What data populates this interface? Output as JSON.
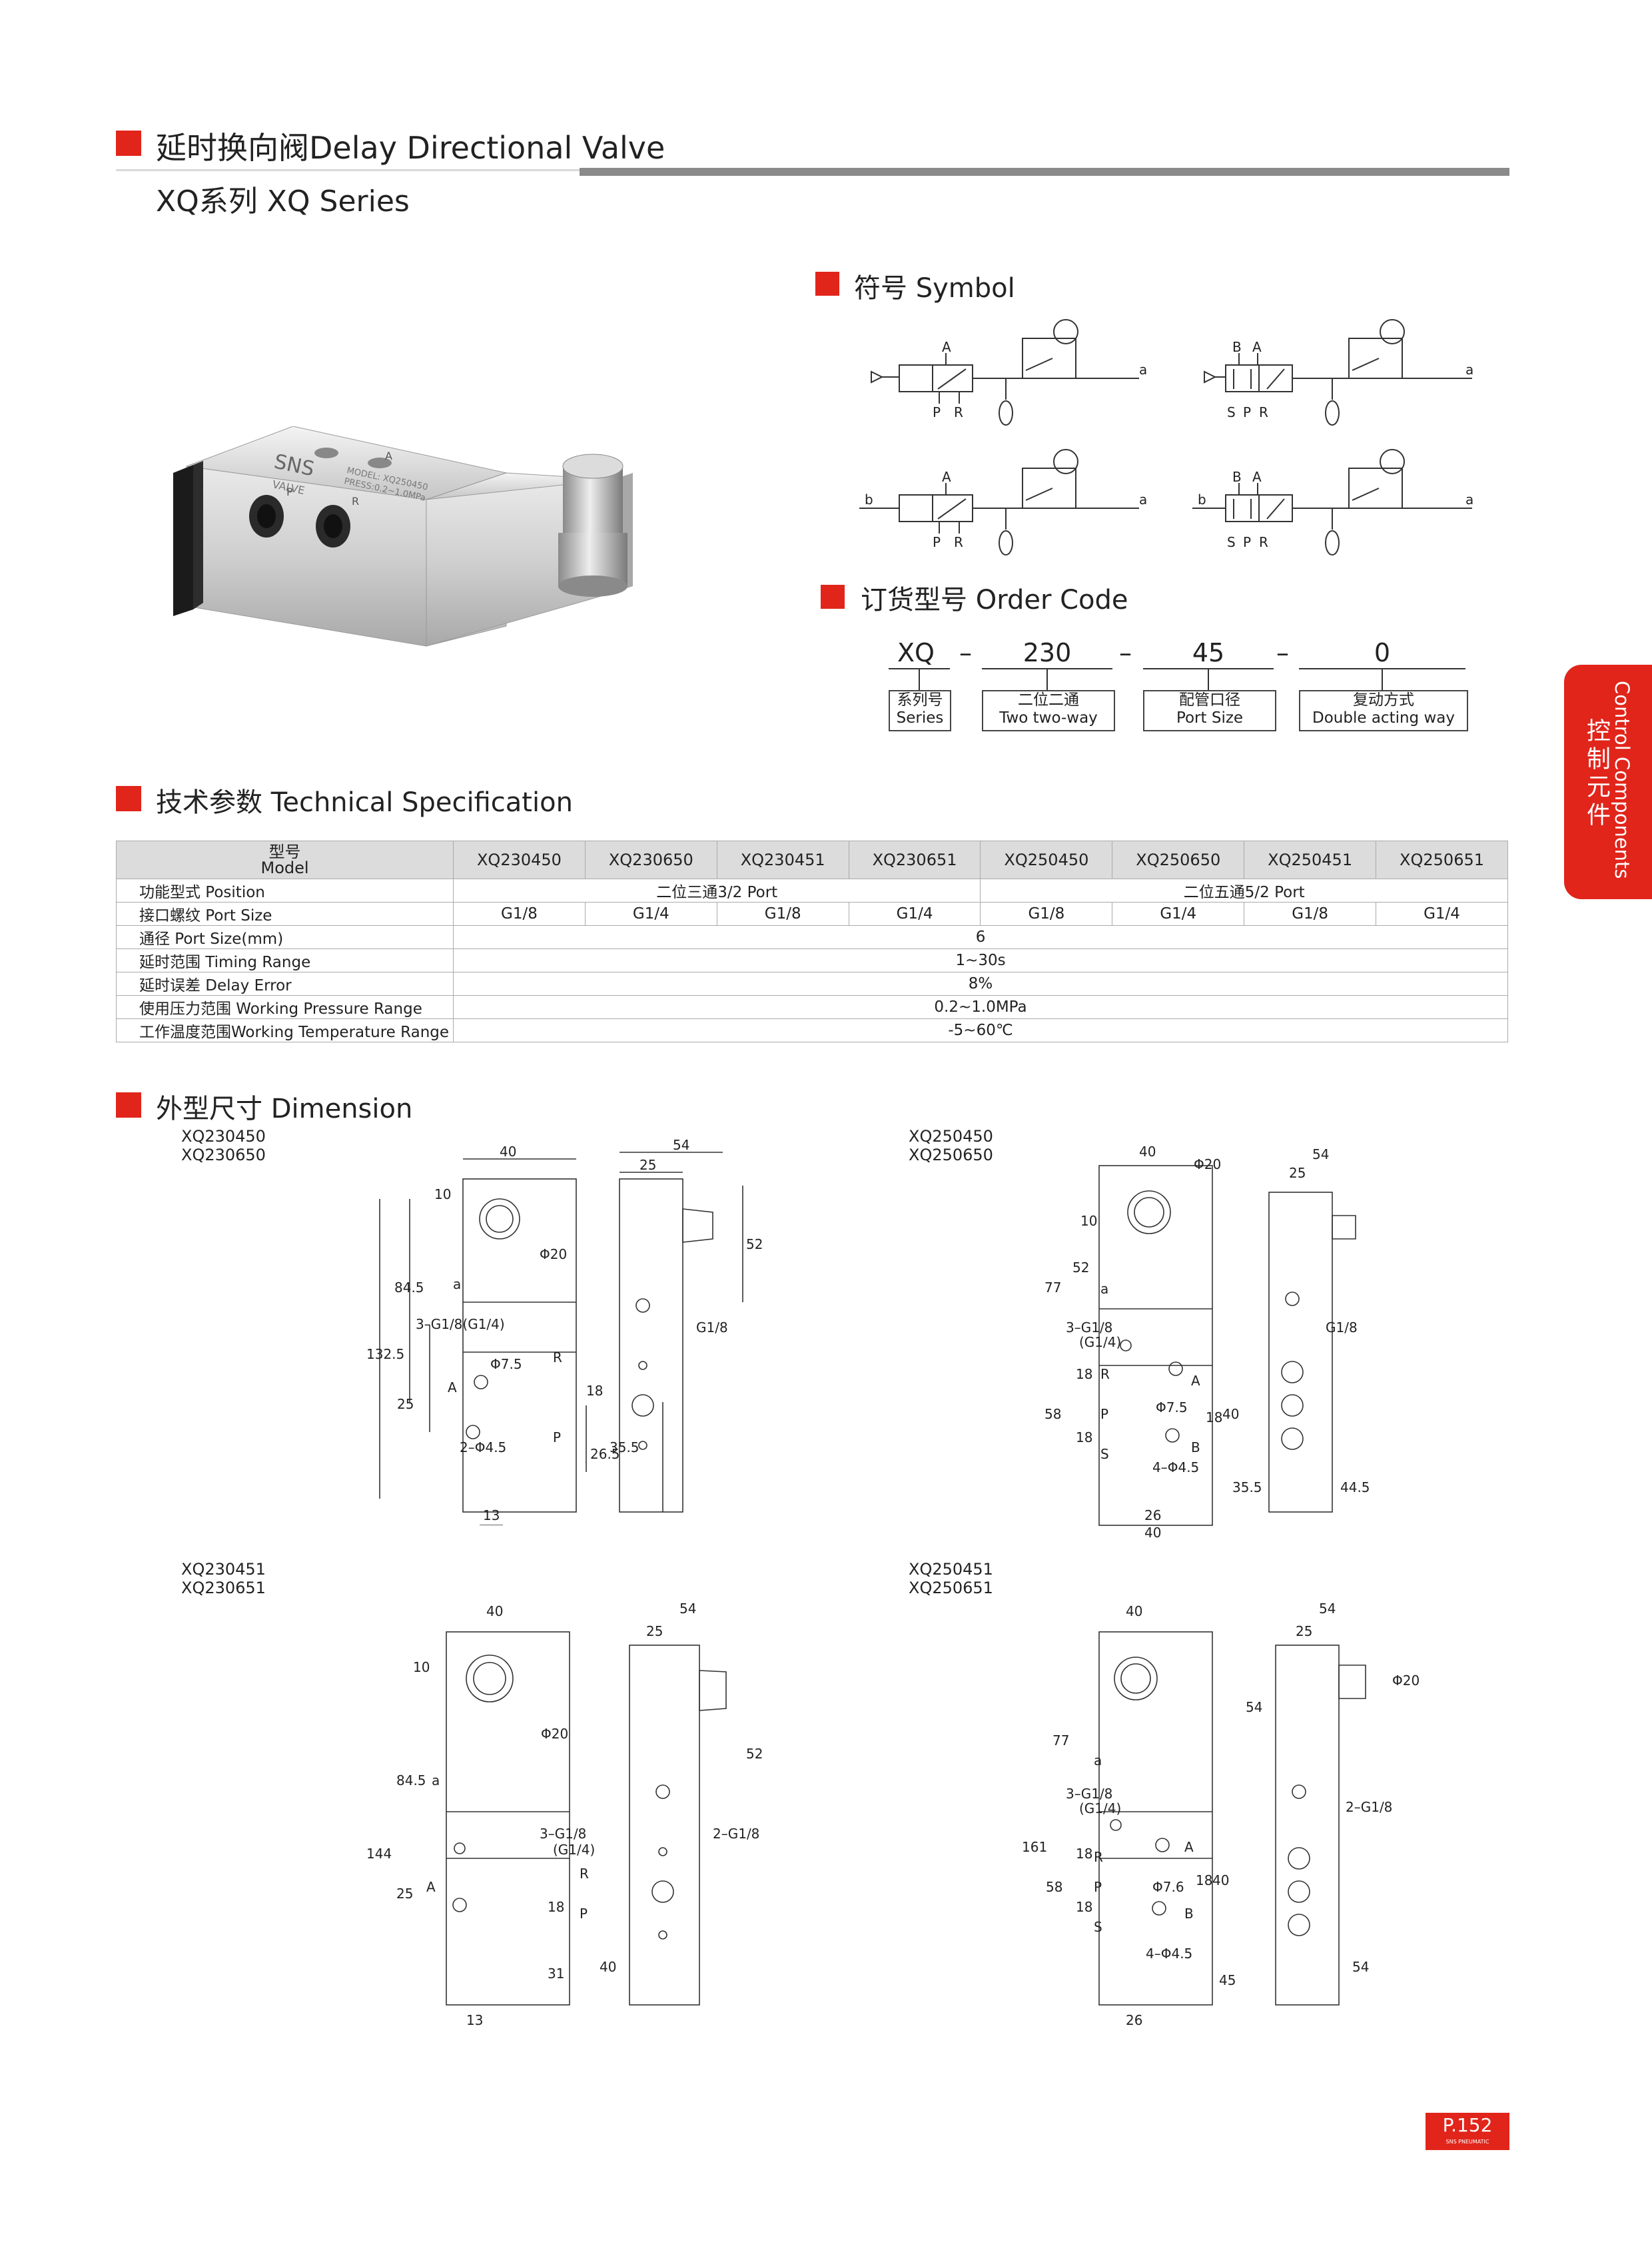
{
  "header": {
    "title": "延时换向阀Delay Directional Valve",
    "subtitle": "XQ系列 XQ Series"
  },
  "side_tab": {
    "english": "Control Components",
    "chinese": "控制元件"
  },
  "product_photo": {
    "brand": "SNS",
    "brand_sub": "VALVE",
    "model_text": "MODEL: XQ250450",
    "press_text": "PRESS:0.2~1.0MPa",
    "port_labels": [
      "A",
      "P",
      "R"
    ]
  },
  "symbol": {
    "heading": "符号 Symbol",
    "labels": {
      "A": "A",
      "B": "B",
      "P": "P",
      "R": "R",
      "S": "S",
      "a": "a",
      "b": "b"
    }
  },
  "order_code": {
    "heading": "订货型号 Order Code",
    "parts": [
      {
        "value": "XQ",
        "cn": "系列号",
        "en": "Series"
      },
      {
        "value": "230",
        "cn": "二位二通",
        "en": "Two two-way"
      },
      {
        "value": "45",
        "cn": "配管口径",
        "en": "Port Size"
      },
      {
        "value": "0",
        "cn": "复动方式",
        "en": "Double acting way"
      }
    ],
    "separator": "–"
  },
  "tech_spec": {
    "heading": "技术参数 Technical Specification",
    "model_cn": "型号",
    "model_en": "Model",
    "models": [
      "XQ230450",
      "XQ230650",
      "XQ230451",
      "XQ230651",
      "XQ250450",
      "XQ250650",
      "XQ250451",
      "XQ250651"
    ],
    "rows": {
      "position": {
        "label": "功能型式 Position",
        "left": "二位三通3/2 Port",
        "right": "二位五通5/2 Port"
      },
      "port_size": {
        "label": "接口螺纹 Port Size",
        "values": [
          "G1/8",
          "G1/4",
          "G1/8",
          "G1/4",
          "G1/8",
          "G1/4",
          "G1/8",
          "G1/4"
        ]
      },
      "port_mm": {
        "label": "通径 Port Size(mm)",
        "value": "6"
      },
      "timing": {
        "label": "延时范围 Timing Range",
        "value": "1~30s"
      },
      "error": {
        "label": "延时误差 Delay Error",
        "value": "8%"
      },
      "pressure": {
        "label": "使用压力范围 Working Pressure Range",
        "value": "0.2~1.0MPa"
      },
      "temperature": {
        "label": "工作温度范围Working Temperature Range",
        "value": "-5~60℃"
      }
    }
  },
  "dimension": {
    "heading": "外型尺寸 Dimension",
    "groups": [
      {
        "models": [
          "XQ230450",
          "XQ230650"
        ]
      },
      {
        "models": [
          "XQ250450",
          "XQ250650"
        ]
      },
      {
        "models": [
          "XQ230451",
          "XQ230651"
        ]
      },
      {
        "models": [
          "XQ250451",
          "XQ250651"
        ]
      }
    ],
    "d1": {
      "w40": "40",
      "w54": "54",
      "w25": "25",
      "d10": "10",
      "h84": "84.5",
      "h132": "132.5",
      "thread": "3–G1/8(G1/4)",
      "h25": "25",
      "phi20": "Φ20",
      "phi75": "Φ7.5",
      "phi45": "2–Φ4.5",
      "h26": "26.5",
      "h18": "18",
      "h35": "35.5",
      "h52": "52",
      "g18": "G1/8",
      "w13": "13",
      "a": "a",
      "A": "A",
      "R": "R",
      "P": "P"
    },
    "d2": {
      "w40": "40",
      "w54": "54",
      "w25": "25",
      "phi20": "Φ20",
      "d10": "10",
      "h52": "52",
      "h77": "77",
      "thread": "3–G1/8",
      "thread2": "(G1/4)",
      "h18a": "18",
      "h58": "58",
      "h18b": "18",
      "phi75": "Φ7.5",
      "phi45": "4–Φ4.5",
      "h18c": "18",
      "h40": "40",
      "h35": "35.5",
      "h44": "44.5",
      "g18": "G1/8",
      "w26": "26",
      "w40b": "40",
      "a": "a",
      "A": "A",
      "R": "R",
      "P": "P",
      "S": "S",
      "B": "B"
    },
    "d3": {
      "w40": "40",
      "w54": "54",
      "w25": "25",
      "d10": "10",
      "phi20": "Φ20",
      "h84": "84.5",
      "h144": "144",
      "h25": "25",
      "thread": "3–G1/8",
      "thread2": "(G1/4)",
      "h18": "18",
      "h31": "31",
      "h40": "40",
      "h52": "52",
      "g18": "2–G1/8",
      "w13": "13",
      "a": "a",
      "A": "A",
      "R": "R",
      "P": "P"
    },
    "d4": {
      "w40": "40",
      "w54": "54",
      "w25": "25",
      "phi20": "Φ20",
      "h54a": "54",
      "h77": "77",
      "h161": "161",
      "thread": "3–G1/8",
      "thread2": "(G1/4)",
      "h18a": "18",
      "h58": "58",
      "h18b": "18",
      "phi76": "Φ7.6",
      "phi45": "4–Φ4.5",
      "h18c": "18",
      "h40": "40",
      "h45": "45",
      "h54b": "54",
      "g18": "2–G1/8",
      "w26": "26",
      "a": "a",
      "A": "A",
      "R": "R",
      "P": "P",
      "S": "S",
      "B": "B"
    }
  },
  "footer": {
    "page": "P.152",
    "brand": "SNS PNEUMATIC"
  },
  "colors": {
    "accent": "#e1251b",
    "rule": "#8a8a8a",
    "table_header": "#dcdcdc"
  }
}
